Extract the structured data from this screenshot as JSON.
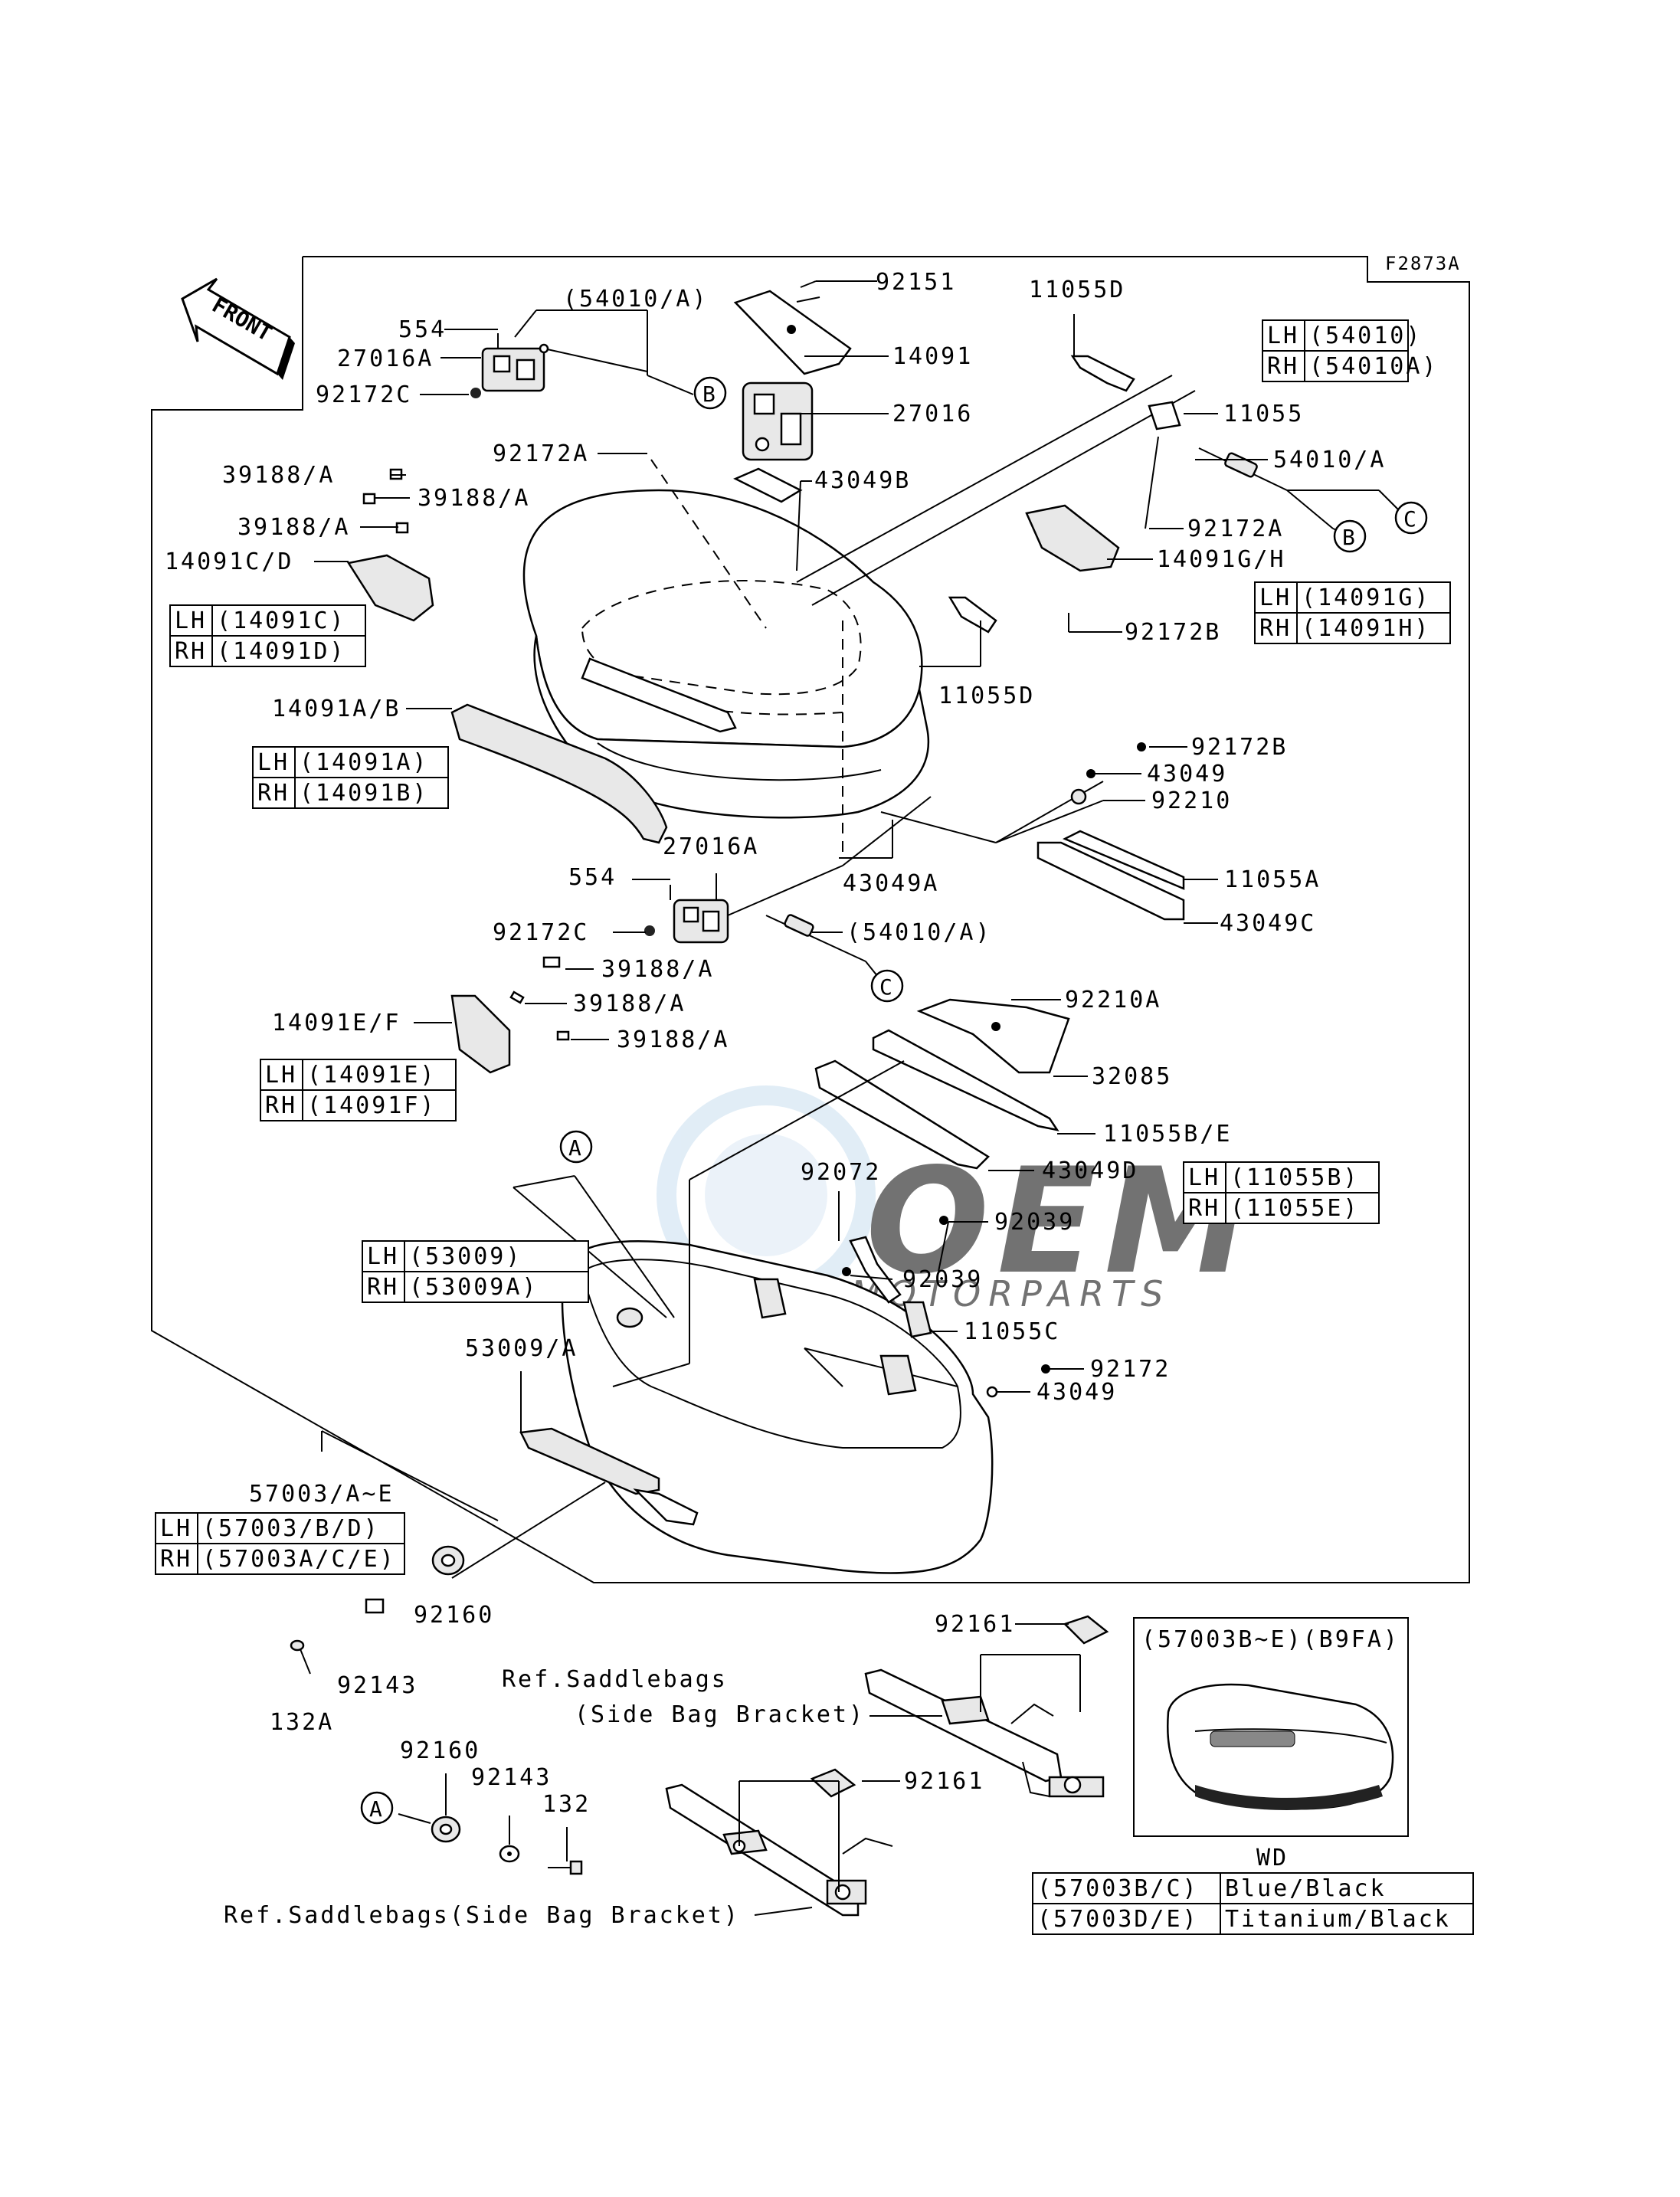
{
  "diagram_code": "F2873A",
  "front_label": "FRONT",
  "callouts": {
    "B": "B",
    "C": "C",
    "A": "A"
  },
  "labels": {
    "l_92151": "92151",
    "l_54010A_top": "(54010/A)",
    "l_554_top": "554",
    "l_27016A_top": "27016A",
    "l_92172C_top": "92172C",
    "l_14091": "14091",
    "l_27016": "27016",
    "l_11055D_top": "11055D",
    "l_11055": "11055",
    "l_54010A_right": "54010/A",
    "l_92172A_left": "92172A",
    "l_43049B": "43049B",
    "l_92172A_right": "92172A",
    "l_39188A_1": "39188/A",
    "l_39188A_2": "39188/A",
    "l_39188A_3": "39188/A",
    "l_14091CD": "14091C/D",
    "l_14091GH": "14091G/H",
    "l_92172B_1": "92172B",
    "l_11055D_mid": "11055D",
    "l_14091AB": "14091A/B",
    "l_92172B_2": "92172B",
    "l_43049_1": "43049",
    "l_92210": "92210",
    "l_27016A_mid": "27016A",
    "l_43049A": "43049A",
    "l_11055A": "11055A",
    "l_554_mid": "554",
    "l_43049C": "43049C",
    "l_92172C_mid": "92172C",
    "l_54010A_mid": "(54010/A)",
    "l_39188A_4": "39188/A",
    "l_39188A_5": "39188/A",
    "l_39188A_6": "39188/A",
    "l_14091EF": "14091E/F",
    "l_92210A": "92210A",
    "l_32085": "32085",
    "l_11055BE": "11055B/E",
    "l_43049D": "43049D",
    "l_92072": "92072",
    "l_92039_1": "92039",
    "l_92039_2": "92039",
    "l_11055C": "11055C",
    "l_53009A": "53009/A",
    "l_92172": "92172",
    "l_43049_2": "43049",
    "l_57003AE": "57003/A~E",
    "l_92160_1": "92160",
    "l_92143_1": "92143",
    "l_132A": "132A",
    "l_92161_1": "92161",
    "l_ref1": "Ref.Saddlebags",
    "l_ref1b": "(Side Bag Bracket)",
    "l_92160_2": "92160",
    "l_92143_2": "92143",
    "l_132": "132",
    "l_92161_2": "92161",
    "l_ref2": "Ref.Saddlebags(Side Bag Bracket)",
    "l_inset_title": "(57003B~E)(B9FA)",
    "l_wd": "WD"
  },
  "tables": {
    "t_54010": [
      [
        "LH",
        "(54010)"
      ],
      [
        "RH",
        "(54010A)"
      ]
    ],
    "t_14091CD": [
      [
        "LH",
        "(14091C)"
      ],
      [
        "RH",
        "(14091D)"
      ]
    ],
    "t_14091GH": [
      [
        "LH",
        "(14091G)"
      ],
      [
        "RH",
        "(14091H)"
      ]
    ],
    "t_14091AB": [
      [
        "LH",
        "(14091A)"
      ],
      [
        "RH",
        "(14091B)"
      ]
    ],
    "t_14091EF": [
      [
        "LH",
        "(14091E)"
      ],
      [
        "RH",
        "(14091F)"
      ]
    ],
    "t_11055BE": [
      [
        "LH",
        "(11055B)"
      ],
      [
        "RH",
        "(11055E)"
      ]
    ],
    "t_53009": [
      [
        "LH",
        "(53009)"
      ],
      [
        "RH",
        "(53009A)"
      ]
    ],
    "t_57003": [
      [
        "LH",
        "(57003/B/D)"
      ],
      [
        "RH",
        "(57003A/C/E)"
      ]
    ],
    "t_colors": [
      [
        "(57003B/C)",
        "Blue/Black"
      ],
      [
        "(57003D/E)",
        "Titanium/Black"
      ]
    ]
  },
  "watermark": {
    "brand": "OEM",
    "tagline": "MOTORPARTS",
    "color": "#c9dff0"
  }
}
